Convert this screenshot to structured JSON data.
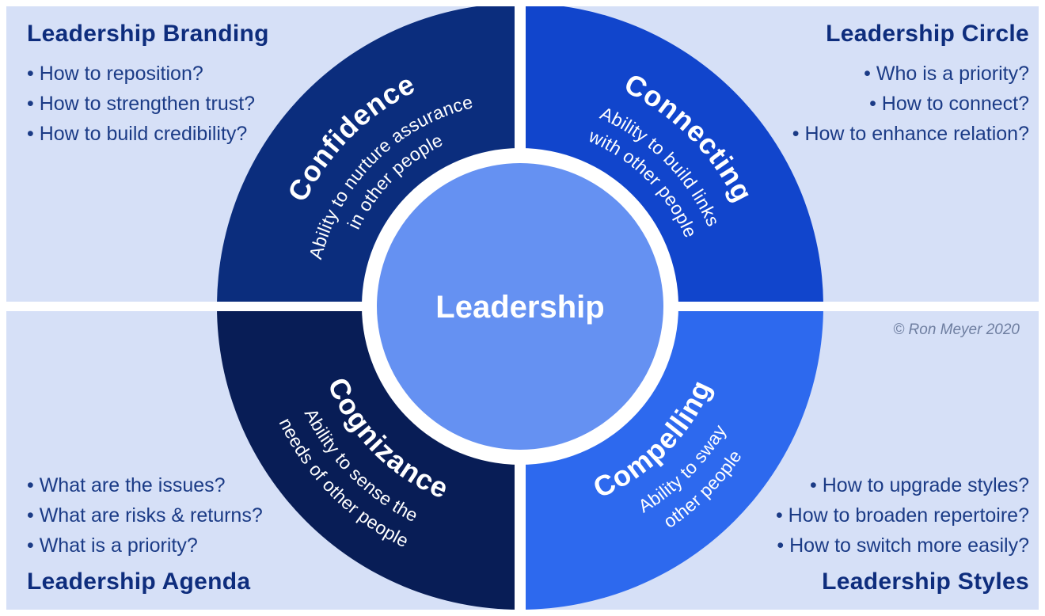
{
  "center": {
    "label": "Leadership"
  },
  "copyright": "© Ron Meyer 2020",
  "colors": {
    "panel_background": "#D6E0F7",
    "divider": "#FFFFFF",
    "quadrant_top_left": "#0B2D7D",
    "quadrant_top_right": "#1145CC",
    "quadrant_bottom_left": "#081D56",
    "quadrant_bottom_right": "#2D69EE",
    "center_circle": "#6591F2",
    "heading_text": "#0E2D7D",
    "bullet_text": "#1B3B86",
    "ring_text": "#FFFFFF",
    "copyright_text": "#6E7EA0"
  },
  "quadrants": {
    "top_left": {
      "panel_title": "Leadership Branding",
      "bullets": [
        "How to reposition?",
        "How to strengthen trust?",
        "How to build credibility?"
      ],
      "trait": "Confidence",
      "trait_desc_line1": "Ability to nurture assurance",
      "trait_desc_line2": "in other people"
    },
    "top_right": {
      "panel_title": "Leadership Circle",
      "bullets": [
        "Who is a priority?",
        "How to connect?",
        "How to enhance relation?"
      ],
      "trait": "Connecting",
      "trait_desc_line1": "Ability to build links",
      "trait_desc_line2": "with other people"
    },
    "bottom_left": {
      "panel_title": "Leadership Agenda",
      "bullets": [
        "What are the issues?",
        "What are risks & returns?",
        "What is a priority?"
      ],
      "trait": "Cognizance",
      "trait_desc_line1": "Ability to sense the",
      "trait_desc_line2": "needs of other people"
    },
    "bottom_right": {
      "panel_title": "Leadership Styles",
      "bullets": [
        "How to upgrade styles?",
        "How to broaden repertoire?",
        "How to switch more easily?"
      ],
      "trait": "Compelling",
      "trait_desc_line1": "Ability to sway",
      "trait_desc_line2": "other people"
    }
  }
}
